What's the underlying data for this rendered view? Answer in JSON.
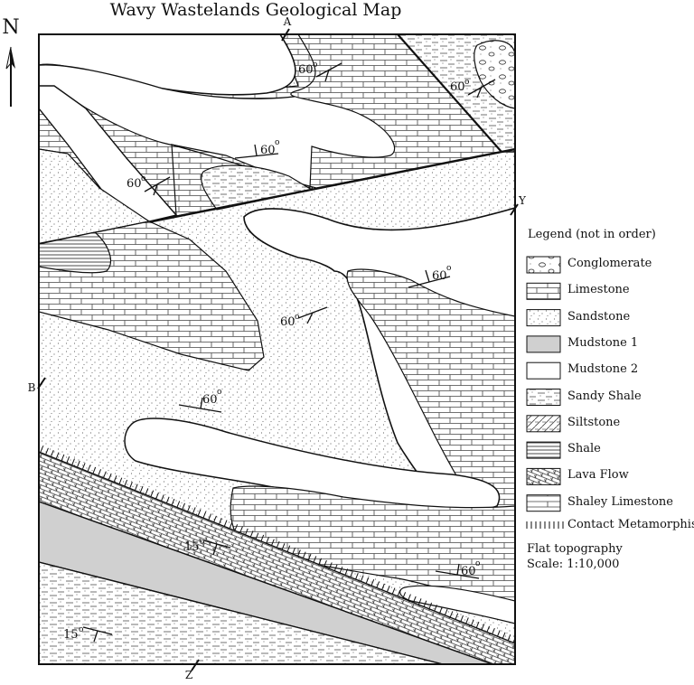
{
  "title": "Wavy Wastelands Geological Map",
  "north_label": "N",
  "section_markers": {
    "a": "A",
    "b": "B",
    "y": "Y",
    "z": "Z"
  },
  "legend": {
    "heading": "Legend (not in order)",
    "items": [
      {
        "label": "Conglomerate",
        "pattern": "conglomerate"
      },
      {
        "label": "Limestone",
        "pattern": "limestone"
      },
      {
        "label": "Sandstone",
        "pattern": "sandstone"
      },
      {
        "label": "Mudstone 1",
        "pattern": "mudstone1"
      },
      {
        "label": "Mudstone 2",
        "pattern": "mudstone2"
      },
      {
        "label": "Sandy Shale",
        "pattern": "sandyshale"
      },
      {
        "label": "Siltstone",
        "pattern": "siltstone"
      },
      {
        "label": "Shale",
        "pattern": "shale"
      },
      {
        "label": "Lava Flow",
        "pattern": "lava"
      },
      {
        "label": "Shaley Limestone",
        "pattern": "shaleylimestone"
      },
      {
        "label": "Contact Metamorphism",
        "pattern": "contact"
      }
    ],
    "topography": "Flat topography",
    "scale": "Scale: 1:10,000"
  },
  "dips": [
    {
      "value": "60"
    },
    {
      "value": "60"
    },
    {
      "value": "60"
    },
    {
      "value": "60"
    },
    {
      "value": "60"
    },
    {
      "value": "60"
    },
    {
      "value": "60"
    },
    {
      "value": "60"
    },
    {
      "value": "15"
    },
    {
      "value": "15"
    }
  ],
  "colors": {
    "mudstone1": "#d0d0d0",
    "ink": "#111111"
  }
}
